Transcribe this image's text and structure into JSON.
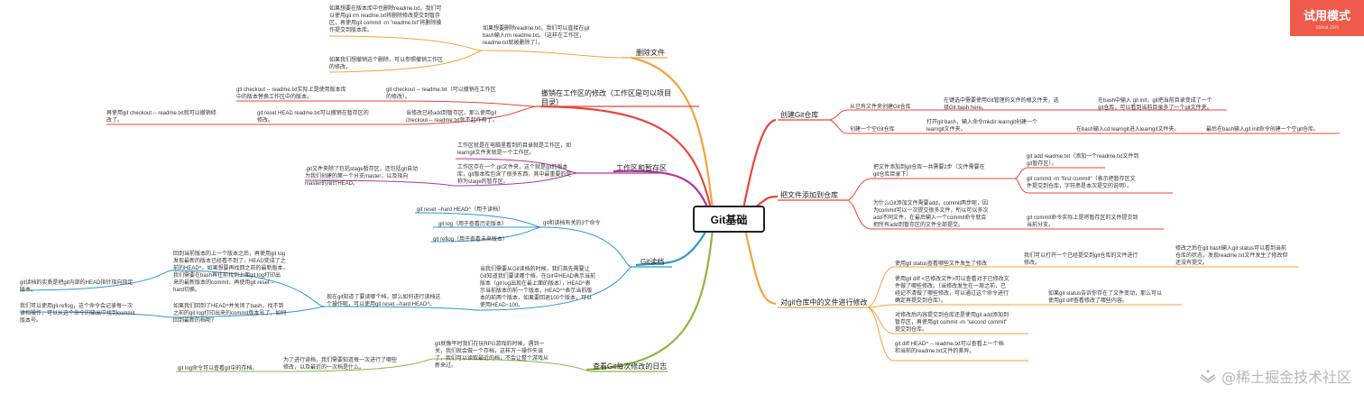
{
  "root": {
    "label": "Git基础"
  },
  "badge": {
    "title": "试用模式",
    "subtitle": "XMind ZEN"
  },
  "watermark": {
    "icon": "juejin-logo-icon",
    "text": "@稀土掘金技术社区"
  },
  "left": {
    "delete": {
      "label": "删除文件",
      "n1": "如果想要在版本库中也删除readme.txt，我们可\n以使用git rm readme.txt将删除修改提交到暂存\n区，再使用git commit -m \"readme.txt\"将删除操\n作提交到版本库。",
      "n2": "如果想要删除readme.txt，我们可以直接在git\nbash输入rm readme.txt。（这样在工作区，\nreadme.txt就被删除了）。",
      "n3": "如果我们想撤销这个删除，可以参照撤销工作区\n的修改。"
    },
    "undo": {
      "label": "撤销在工作区的修改（工作区是可以项目\n目录）",
      "n1": "git checkout -- readme.txt实际上是使用版本库\n中的版本替换工作区中的版本。",
      "n2": "git checkout -- readme.txt（可以撤销在工作区\n的修改）。",
      "n3": "当修改已经add到暂存区，那么使用git\ncheckout -- readme.txt就不起作用了。",
      "n4": "git reset HEAD readme.txt可以撤销在暂存区的\n修改。",
      "n5": "再使用git checkout -- readme.txt就可以撤销修\n改了。"
    },
    "workspace": {
      "label": "工作区和暂存区",
      "n1": "工作区就是在电脑里看到的目录就是工作区，如\nlearngit文件夹就是一个工作区。",
      "n2": "工作区存在一个.git文件夹，这个就是git的版本\n库，git版本库包含了很多东西，其中最重要的是\n称为stage的暂存区。",
      "n3": ".git文件夹除了包括stage暂存区，还包括git自动\n为我们创建的第一个分支master，以及指向\nmaster的指针HEAD。"
    },
    "read": {
      "label": "Git读档",
      "cmds_label": "git和读档有关的3个命令",
      "c1": "git reset --hard HEAD^（用于读档）",
      "c2": "git log（用于查看历史版本）",
      "c3": "git reflog（用于查看未来版本）",
      "n1": "当我们需要从Git读档的时候，我们首先需要让\nGit知道我们要读哪个档，在Git中HEAD表示当前\n版本（git log出现在最上面的版本），HEAD^表\n示当前版本的前一个版本，HEAD^^表示当前版\n本的前两个版本，如果要回退100个版本，可以\n使用HEAD~100。",
      "n2": "现在git知道了要读哪个档，那么如何进行读档这\n个操作呢，可以使用git reset --hard HEAD^。",
      "n3": "回到当前版本的上一个版本之后，再使用git log\n发现最新的版本已经看不到了，HEAD变成了之\n前的HEAD^。如果想要再找回之前的最新版本，\n我们需要在bash再往前找到上面git log打印出\n来的最新版本的commit，再使用git reset --\nhard切换。",
      "n4": "如果我们回到了HEAD^并关闭了bash，找不到\n之前的git log打印出来的commit版本号了，如何\n回到最新的档呢？",
      "n5": "git读档的实质是把git内部的HEAD指针指向指定\n版本。",
      "n6": "我们可以使用git reflog，这个命令会记录每一次\n读档操作，可以从这个命令的输出中找到commit\n版本号。"
    },
    "log": {
      "label": "查看Git每次修改的日志",
      "n1": "git就像平时我们在玩RPG游戏的时候，遇到一\n关，我们就会做一个存档，这样万一操作失误\n了，我们可以读取最近的档，不会让整个游戏从\n新来过。",
      "n2": "为了进行读档，我们需要知道每一次进行了哪些\n修改，以及最近的一次档是什么。",
      "n3": "git log命令可以查看git中的存档。"
    }
  },
  "right": {
    "create": {
      "label": "创建Git仓库",
      "a": "从已有文件夹创建Git仓库",
      "a1": "在键选中需要使用Git管理的文件的根文件夹，选\n择Git bash here。",
      "a2": "在bash中输入 git init，git把当前目录变成了一个\ngit仓库，可以看到当前目录多了一个git文件夹。",
      "b": "创建一个空Git仓库",
      "b1": "打开git bash，输入命令mkdir learngit创建一个\nlearngit文件夹。",
      "b2": "在bash输入cd learngit进入learngit文件夹。",
      "b3": "最后在bash输入git init命令创建一个空git仓库。"
    },
    "add": {
      "label": "把文件添加到仓库",
      "a": "把文件添加到git仓库一共需要2步（文件需要在\ngit仓库目录下）",
      "a1": "git add readme.txt（添加一个readme.txt文件到\ngit暂存区）。",
      "a2": "git commit -m \"first commit\"（表示把暂存区文\n件提交到仓库，字符串是本次提交的说明）。",
      "b": "为什么Git添加文件需要add，commit两步呢，因\n为commit可以一次提交很多文件，所以可以多次\nadd不同文件，在最后输入一个commit命令就会\n把所有add到暂存区的文件全部提交。",
      "b1": "git commit命令实际上是将暂存区的文件提交到\n当前分支。"
    },
    "modify": {
      "label": "对git仓库中的文件进行修改",
      "a": "使用git status查看哪些文件发生了修改",
      "a1": "我们可以打开一个已经提交到git仓库的文件进行\n修改。",
      "a2": "修改之后在git bash输入git status可以看到当前\n仓库的状态，发现readme.txt文件发生了修改但\n还没有提交。",
      "b": "使用git diff <已修改文件>可以查看对于已修改文\n件做了哪些修改。（当修改发生在一周之前，已\n经记不清做了哪些修改，可以通过这个命令进行\n确定再提交到仓库）。",
      "b1": "如果git status告诉你存在了文件变动，那么可以\n使用git diff查看修改了哪些内容。",
      "c": "对修改后内容提交到仓库还是使用git add添加到\n暂存区，再使用git commit -m \"second commit\"\n提交到仓库。",
      "d": "git diff HEAD^ -- readme.txt可以查看上一个档\n和当前的readme.txt文件的差异。"
    }
  }
}
